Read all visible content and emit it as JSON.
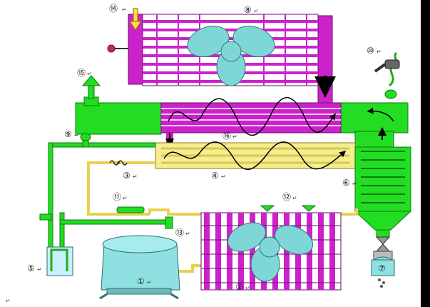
{
  "labels": {
    "l1": "①",
    "l2": "②",
    "l3": "③",
    "l4": "④",
    "l5": "⑤",
    "l6": "⑥",
    "l7": "⑦",
    "l8": "⑧",
    "l9": "⑨",
    "l10": "⑩",
    "l11": "⑪",
    "l12": "⑫",
    "l13": "⑬",
    "l14": "⑭",
    "l15": "⑮",
    "l16": "⑯"
  },
  "return_marker": "↵",
  "colors": {
    "air_pipe": "#22dd22",
    "heat_exchanger": "#cc22cc",
    "fan_blade": "#7fd6d6",
    "refrigerant_line": "#e8d050",
    "evaporator": "#f4ee90",
    "tank": "#8fe0e0"
  }
}
